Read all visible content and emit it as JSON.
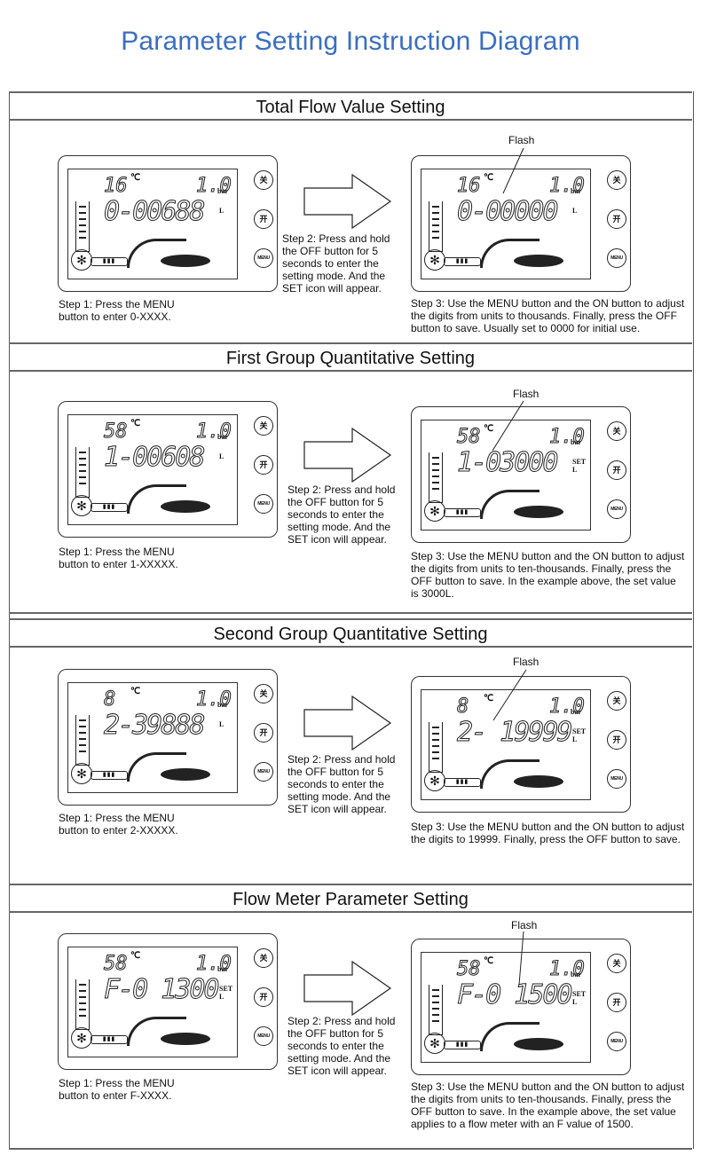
{
  "title": "Parameter Setting Instruction Diagram",
  "common": {
    "buttons": {
      "off": "关",
      "on": "开",
      "menu": "MENU"
    },
    "flash_label": "Flash",
    "step2": "Step 2: Press and hold the OFF button for 5 seconds to enter the setting mode. And the SET icon will appear.",
    "pressure_value": "1.0",
    "pressure_unit": "bar",
    "temp_unit": "℃",
    "volume_unit": "L",
    "set_icon": "SET"
  },
  "sections": [
    {
      "heading": "Total Flow Value Setting",
      "before": {
        "temperature": "16",
        "main_value": "0-00688",
        "set_icon_visible": false
      },
      "after": {
        "temperature": "16",
        "main_value": "0-00000",
        "set_icon_visible": false
      },
      "step1": "Step 1: Press the MENU button to enter 0-XXXX.",
      "step3": "Step 3: Use the MENU button and the ON button to adjust the digits from units to thousands. Finally, press the OFF button to save. Usually set to 0000 for initial use."
    },
    {
      "heading": "First Group Quantitative Setting",
      "before": {
        "temperature": "58",
        "main_value": "1-00608",
        "set_icon_visible": false
      },
      "after": {
        "temperature": "58",
        "main_value": "1-03000",
        "set_icon_visible": true
      },
      "step1": "Step 1: Press the MENU button to enter 1-XXXXX.",
      "step3": "Step 3: Use the MENU button and the ON button to adjust the digits from units to ten-thousands. Finally, press the OFF button to save. In the example above, the set value is 3000L."
    },
    {
      "heading": "Second Group Quantitative Setting",
      "before": {
        "temperature": "8",
        "main_value": "2-39888",
        "set_icon_visible": false
      },
      "after": {
        "temperature": "8",
        "main_value": "2- 19999",
        "set_icon_visible": true
      },
      "step1": "Step 1: Press the MENU button to enter 2-XXXXX.",
      "step3": "Step 3: Use the MENU button and the ON button to adjust the digits to 19999. Finally, press the OFF button to save."
    },
    {
      "heading": "Flow Meter Parameter Setting",
      "before": {
        "temperature": "58",
        "main_value": "F-0 1300",
        "set_icon_visible": true
      },
      "after": {
        "temperature": "58",
        "main_value": "F-0 1500",
        "set_icon_visible": true
      },
      "step1": "Step 1: Press the MENU button to enter F-XXXX.",
      "step3": "Step 3: Use the MENU button and the ON button to adjust the digits from units to ten-thousands. Finally, press the OFF button to save. In the example above, the set value applies to a flow meter with an F value of 1500."
    }
  ]
}
